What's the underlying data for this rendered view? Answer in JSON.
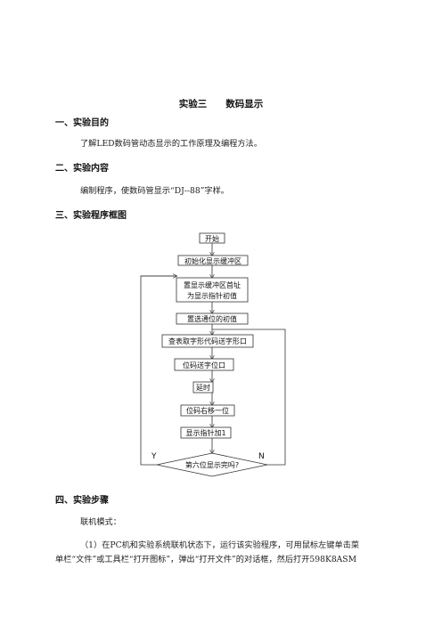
{
  "doc": {
    "title": "实验三　　数码显示",
    "sections": [
      {
        "heading": "一、实验目的",
        "body": "了解LED数码管动态显示的工作原理及编程方法。"
      },
      {
        "heading": "二、实验内容",
        "body": "编制程序，使数码管显示“DJ--88”字样。"
      },
      {
        "heading": "三、实验程序框图"
      },
      {
        "heading": "四、实验步骤",
        "body": "联机模式："
      }
    ],
    "step1_line1": "（1）在PC机和实验系统联机状态下，运行该实验程序，可用鼠标左键单击菜",
    "step1_line2": "单栏“文件”或工具栏“打开图标”，弹出“打开文件”的对话框，然后打开598K8ASM"
  },
  "flowchart": {
    "start": "开始",
    "init": "初始化显示缓冲区",
    "set_ptr_1": "置显示缓冲区首址",
    "set_ptr_2": "为显示指针初值",
    "set_sel": "置选通位的初值",
    "lookup": "查表取字形代码送字形口",
    "bitcode_out": "位码送字位口",
    "delay": "延时",
    "shift": "位码右移一位",
    "ptr_inc": "显示指针加1",
    "decision": "第六位显示完吗?",
    "yes": "Y",
    "no": "N"
  }
}
